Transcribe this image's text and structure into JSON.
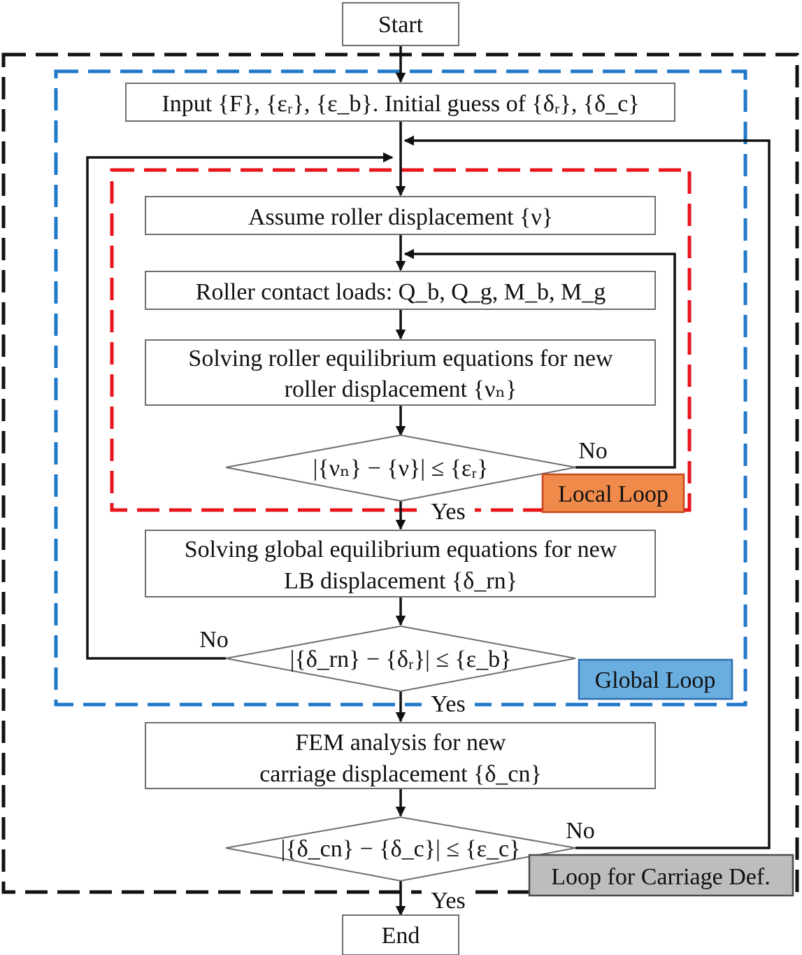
{
  "nodes": {
    "start": "Start",
    "input": "Input {F}, {εᵣ}, {ε_b}. Initial guess of {δᵣ}, {δ_c}",
    "assume": "Assume roller displacement {ν}",
    "contact": "Roller contact loads: Q_b, Q_g, M_b, M_g",
    "solve_roller_line1": "Solving roller equilibrium equations for new",
    "solve_roller_line2": "roller displacement {νₙ}",
    "check_local": "|{νₙ} − {ν}| ≤ {εᵣ}",
    "solve_global_line1": "Solving global equilibrium equations for new",
    "solve_global_line2": "LB displacement {δ_rn}",
    "check_global": "|{δ_rn} − {δᵣ}| ≤ {ε_b}",
    "fem_line1": "FEM analysis  for new",
    "fem_line2": "carriage displacement {δ_cn}",
    "check_carriage": "|{δ_cn} − {δ_c}| ≤ {ε_c}",
    "end": "End"
  },
  "edge_labels": {
    "local_no": "No",
    "local_yes": "Yes",
    "global_no": "No",
    "global_yes": "Yes",
    "carriage_no": "No",
    "carriage_yes": "Yes"
  },
  "loops": {
    "local": {
      "label": "Local Loop",
      "border_color": "#e8141c",
      "tag_fill": "#f08a4b",
      "tag_border": "#c8461a"
    },
    "global": {
      "label": "Global Loop",
      "border_color": "#1f78c8",
      "tag_fill": "#6aaee0",
      "tag_border": "#2e6fb0"
    },
    "carriage": {
      "label": "Loop for Carriage Def.",
      "border_color": "#111111",
      "tag_fill": "#bdbdbd",
      "tag_border": "#4d4d4d"
    }
  }
}
